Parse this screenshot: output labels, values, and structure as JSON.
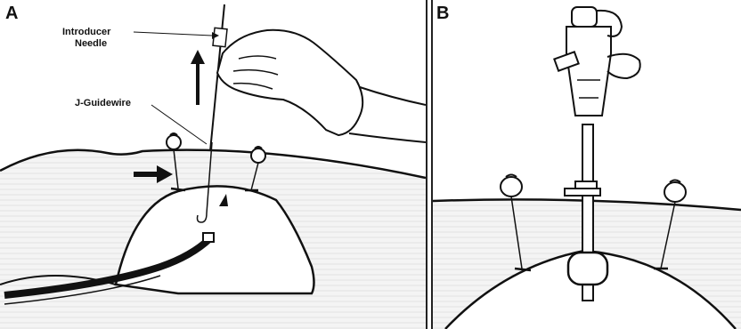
{
  "panel_a": {
    "letter": "A",
    "labels": {
      "introducer_line1": "Introducer",
      "introducer_line2": "Needle",
      "guidewire": "J-Guidewire"
    }
  },
  "panel_b": {
    "letter": "B"
  },
  "colors": {
    "line": "#111111",
    "background": "#ffffff",
    "texture": "#d9d9d9"
  }
}
